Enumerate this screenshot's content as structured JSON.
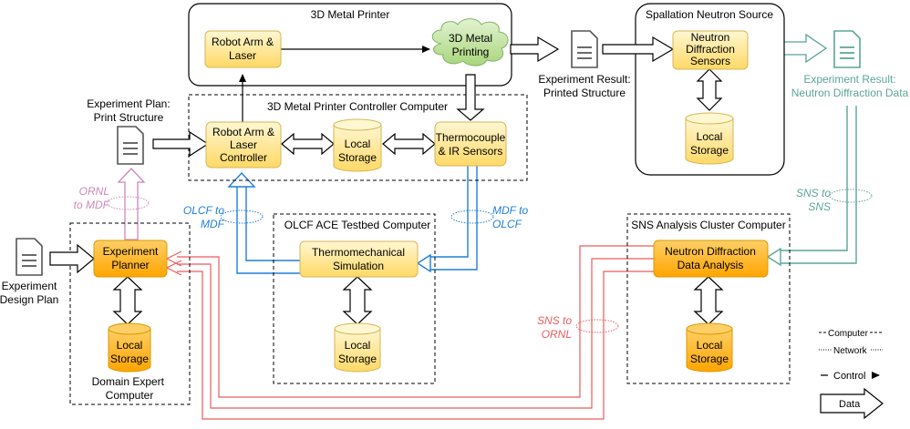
{
  "containers": {
    "printer": "3D Metal Printer",
    "controller_computer": "3D Metal Printer Controller Computer",
    "sns": "Spallation Neutron Source",
    "testbed": "OLCF ACE Testbed Computer",
    "sns_cluster": "SNS Analysis Cluster Computer",
    "domain_expert": [
      "Domain Expert",
      "Computer"
    ]
  },
  "nodes": {
    "robot_arm": [
      "Robot Arm &",
      "Laser"
    ],
    "metal_printing": [
      "3D Metal",
      "Printing"
    ],
    "robot_controller": [
      "Robot Arm &",
      "Laser",
      "Controller"
    ],
    "thermocouple": [
      "Thermocouple",
      "& IR Sensors"
    ],
    "nd_sensors": [
      "Neutron",
      "Diffraction",
      "Sensors"
    ],
    "thermo_sim": [
      "Thermomechanical",
      "Simulation"
    ],
    "exp_planner": [
      "Experiment",
      "Planner"
    ],
    "nd_analysis": [
      "Neutron Diffraction",
      "Data Analysis"
    ],
    "storage_label": [
      "Local",
      "Storage"
    ]
  },
  "documents": {
    "exp_plan": [
      "Experiment Plan:",
      "Print Structure"
    ],
    "exp_result_printed": [
      "Experiment Result:",
      "Printed Structure"
    ],
    "exp_result_neutron": [
      "Experiment Result:",
      "Neutron Diffraction Data"
    ],
    "design_plan": [
      "Experiment",
      "Design Plan"
    ]
  },
  "network_labels": {
    "ornl_to_mdf": [
      "ORNL",
      "to MDF"
    ],
    "olcf_to_mdf": [
      "OLCF to",
      "MDF"
    ],
    "mdf_to_olcf": [
      "MDF to",
      "OLCF"
    ],
    "sns_to_sns": [
      "SNS to",
      "SNS"
    ],
    "sns_to_ornl": [
      "SNS to",
      "ORNL"
    ]
  },
  "legend": {
    "computer": "Computer",
    "network": "Network",
    "control": "Control",
    "data": "Data"
  },
  "colors": {
    "yellow_fill": "#fff2b3",
    "yellow_stroke": "#d6b656",
    "orange_fill": "#ffb020",
    "orange_stroke": "#d79b00",
    "green_fill": "#c4e3a6",
    "green_stroke": "#82b366",
    "blue": "#1e7fd8",
    "red": "#ef5b5b",
    "teal": "#5aa598",
    "pink": "#cc88bb"
  }
}
